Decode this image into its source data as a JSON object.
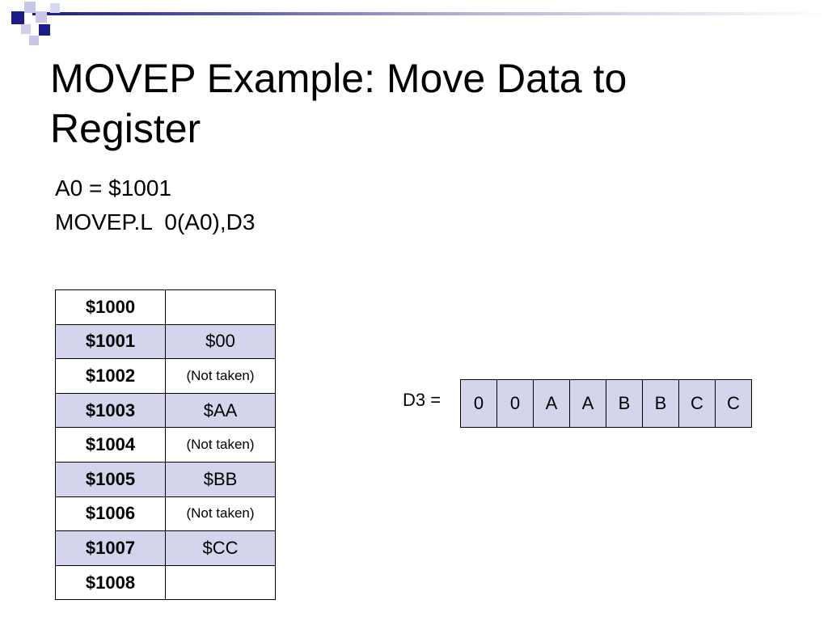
{
  "slide": {
    "title": "MOVEP Example: Move Data to Register",
    "code_lines": [
      "A0 = $1001",
      "MOVEP.L  0(A0),D3"
    ]
  },
  "memory_table": {
    "rows": [
      {
        "address": "$1000",
        "value": "",
        "shaded": false
      },
      {
        "address": "$1001",
        "value": "$00",
        "shaded": true
      },
      {
        "address": "$1002",
        "value": "(Not taken)",
        "shaded": false
      },
      {
        "address": "$1003",
        "value": "$AA",
        "shaded": true
      },
      {
        "address": "$1004",
        "value": "(Not taken)",
        "shaded": false
      },
      {
        "address": "$1005",
        "value": "$BB",
        "shaded": true
      },
      {
        "address": "$1006",
        "value": "(Not taken)",
        "shaded": false
      },
      {
        "address": "$1007",
        "value": "$CC",
        "shaded": true
      },
      {
        "address": "$1008",
        "value": "",
        "shaded": false
      }
    ]
  },
  "register": {
    "label": "D3 =",
    "nibbles": [
      "0",
      "0",
      "A",
      "A",
      "B",
      "B",
      "C",
      "C"
    ]
  },
  "colors": {
    "accent": "#1c1c8c",
    "cell_shade": "#d4d4ec"
  }
}
